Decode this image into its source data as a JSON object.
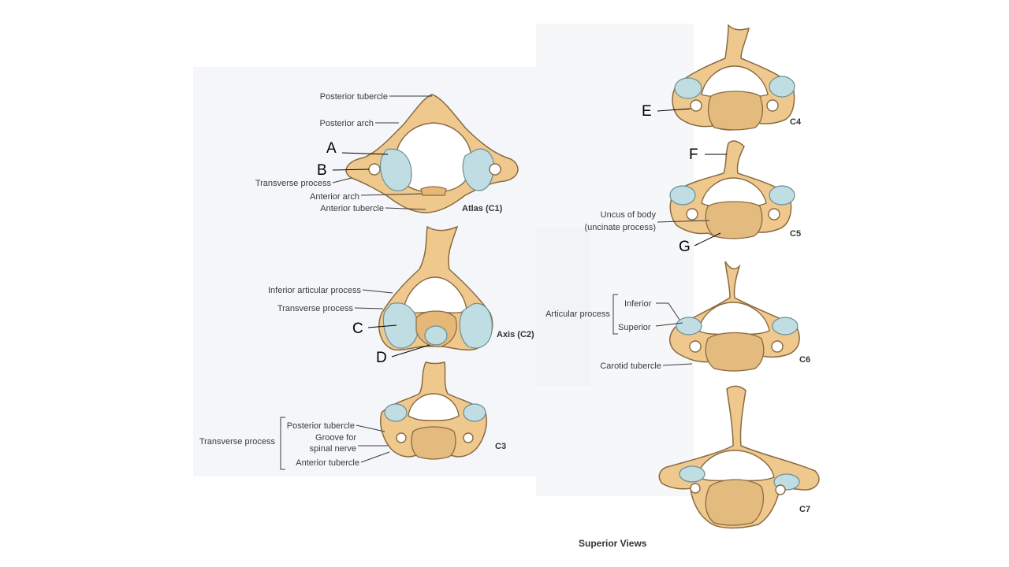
{
  "colors": {
    "panel_bg": "#f4f6f9",
    "bone": "#efc88e",
    "bone_dark": "#e6b877",
    "cartilage": "#bfdde2",
    "outline": "#8a6a40",
    "label_text": "#3a3a3a"
  },
  "atlas": {
    "title": "Atlas (C1)",
    "labels": {
      "posterior_tubercle": "Posterior tubercle",
      "posterior_arch": "Posterior arch",
      "transverse_process": "Transverse process",
      "anterior_arch": "Anterior arch",
      "anterior_tubercle": "Anterior tubercle"
    },
    "letters": {
      "a": "A",
      "b": "B"
    }
  },
  "axis": {
    "title": "Axis (C2)",
    "labels": {
      "inferior_articular_process": "Inferior articular process",
      "transverse_process": "Transverse process"
    },
    "letters": {
      "c": "C",
      "d": "D"
    }
  },
  "c3": {
    "title": "C3",
    "group_label": "Transverse process",
    "labels": {
      "posterior_tubercle": "Posterior tubercle",
      "groove_line1": "Groove for",
      "groove_line2": "spinal nerve",
      "anterior_tubercle": "Anterior tubercle"
    }
  },
  "c4": {
    "title": "C4",
    "letters": {
      "e": "E"
    }
  },
  "c5": {
    "title": "C5",
    "labels": {
      "uncus_line1": "Uncus of body",
      "uncus_line2": "(uncinate process)"
    },
    "letters": {
      "f": "F",
      "g": "G"
    }
  },
  "c6": {
    "title": "C6",
    "labels": {
      "articular_process": "Articular process",
      "inferior": "Inferior",
      "superior": "Superior",
      "carotid_tubercle": "Carotid tubercle"
    }
  },
  "c7": {
    "title": "C7"
  },
  "caption": "Superior Views"
}
